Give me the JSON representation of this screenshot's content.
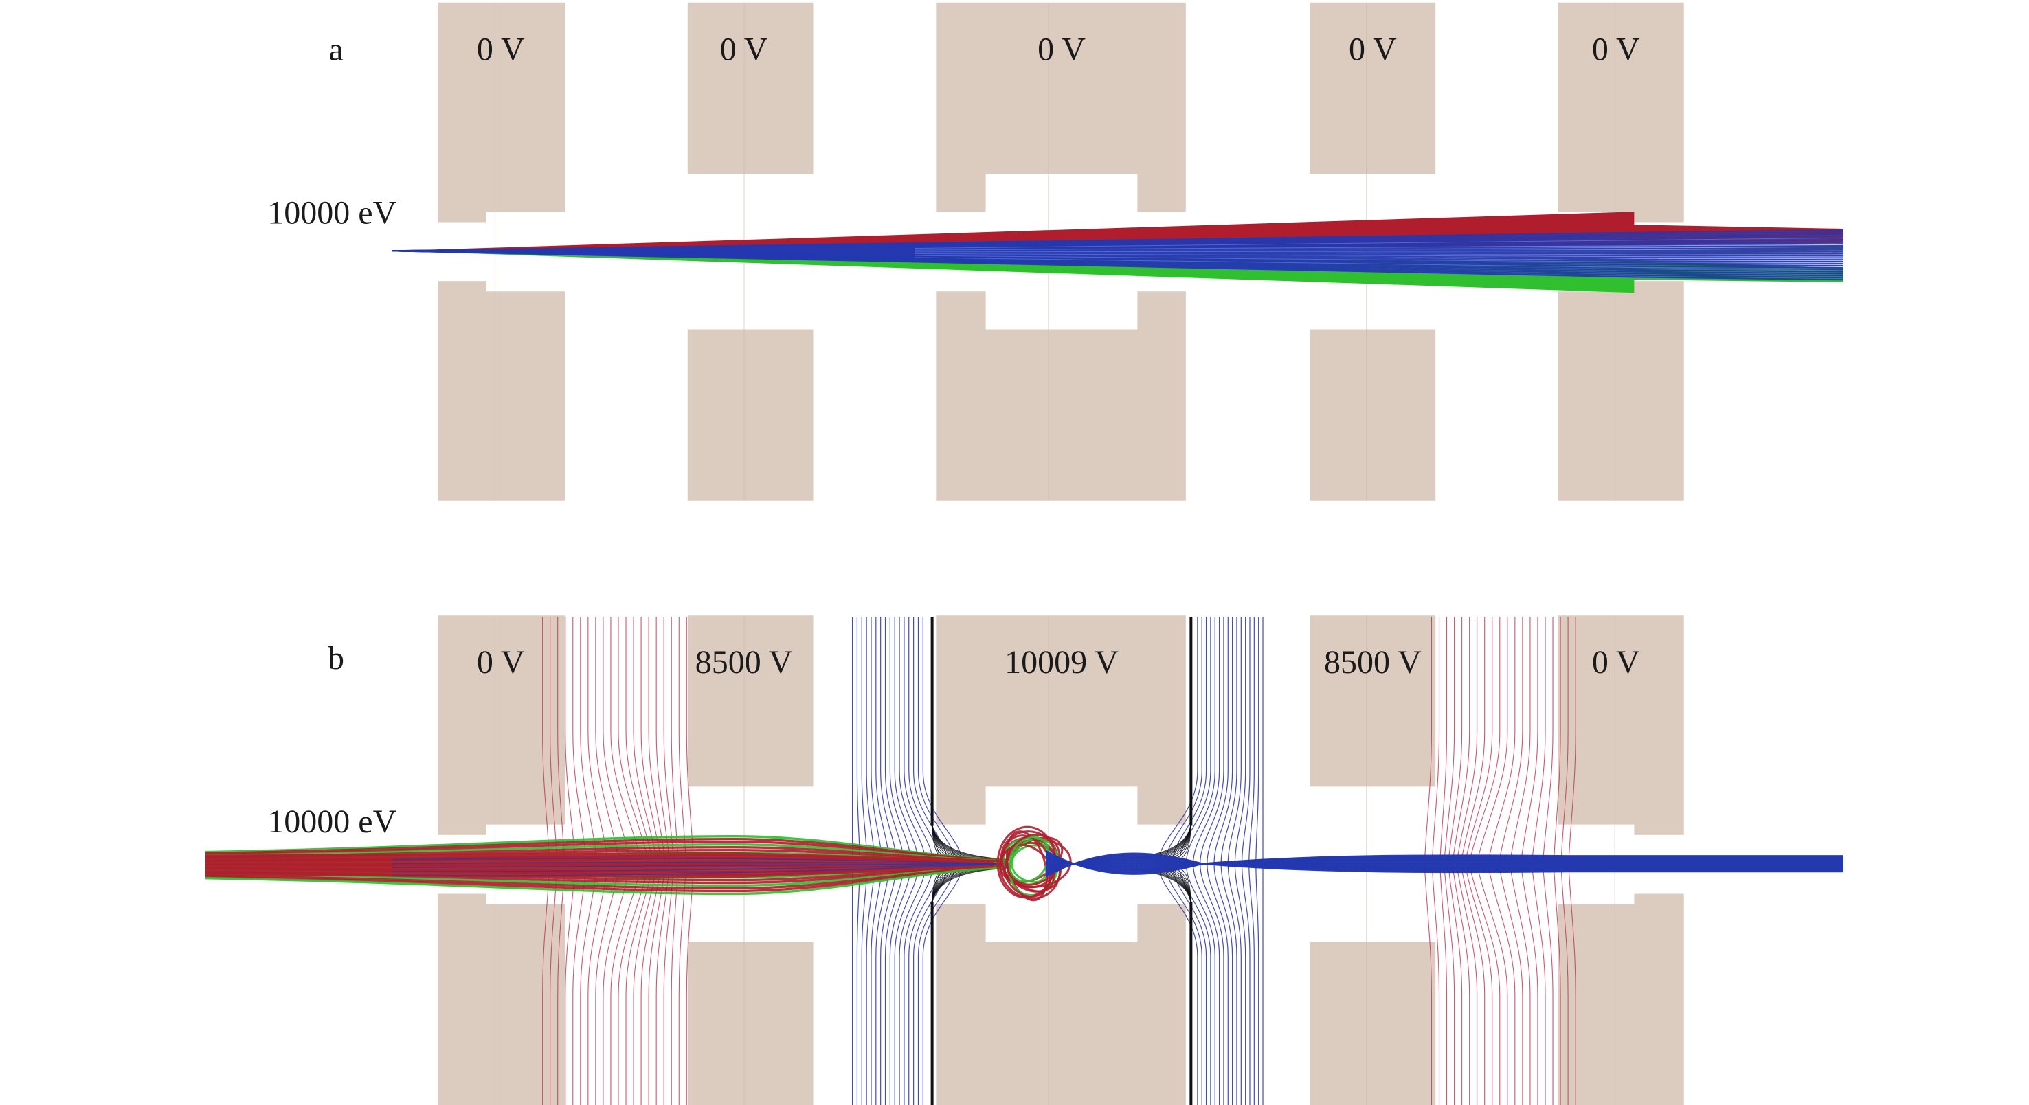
{
  "figure": {
    "colors": {
      "electrode": "#dccbbf",
      "electrode_seam": "#cdb9ab",
      "beam_red": "#b01e2d",
      "beam_blue": "#2438b0",
      "beam_green": "#2fbf2f",
      "equipotential_red": "#c23a5a",
      "equipotential_blue": "#2d3aa8",
      "equipotential_black": "#111111"
    },
    "panels": [
      {
        "label": "a",
        "beam_energy": "10000 eV",
        "electrode_voltages": [
          "0 V",
          "0 V",
          "0 V",
          "0 V",
          "0 V"
        ],
        "beam_state": "diverging",
        "equipotentials_shown": false
      },
      {
        "label": "b",
        "beam_energy": "10000 eV",
        "electrode_voltages": [
          "0 V",
          "8500 V",
          "10009 V",
          "8500 V",
          "0 V"
        ],
        "beam_state": "reflected",
        "equipotentials_shown": true
      }
    ]
  }
}
